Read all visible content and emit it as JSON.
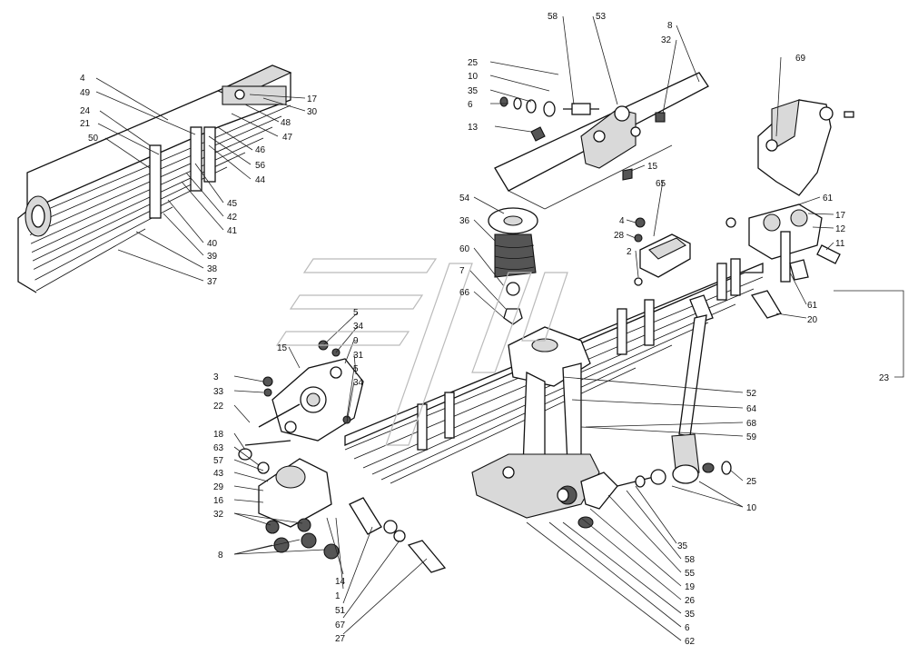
{
  "diagram": {
    "labels": {
      "l4a": "4",
      "l49": "49",
      "l24": "24",
      "l21": "21",
      "l50": "50",
      "l17a": "17",
      "l30": "30",
      "l48": "48",
      "l47": "47",
      "l46": "46",
      "l56": "56",
      "l44": "44",
      "l45": "45",
      "l42": "42",
      "l41": "41",
      "l40": "40",
      "l39": "39",
      "l38": "38",
      "l37": "37",
      "l58a": "58",
      "l53": "53",
      "l8a": "8",
      "l32a": "32",
      "l25a": "25",
      "l10a": "10",
      "l35a": "35",
      "l6a": "6",
      "l13": "13",
      "l15a": "15",
      "l65": "65",
      "l69": "69",
      "l54": "54",
      "l36": "36",
      "l60": "60",
      "l7": "7",
      "l66": "66",
      "l4b": "4",
      "l28": "28",
      "l2": "2",
      "l61a": "61",
      "l17b": "17",
      "l12": "12",
      "l11": "11",
      "l61b": "61",
      "l20": "20",
      "l23": "23",
      "l5a": "5",
      "l34a": "34",
      "l15b": "15",
      "l9": "9",
      "l31": "31",
      "l5b": "5",
      "l34b": "34",
      "l3": "3",
      "l33": "33",
      "l22": "22",
      "l18": "18",
      "l63": "63",
      "l57": "57",
      "l43": "43",
      "l29": "29",
      "l16": "16",
      "l32b": "32",
      "l8b": "8",
      "l14": "14",
      "l1": "1",
      "l51": "51",
      "l67": "67",
      "l27": "27",
      "l52": "52",
      "l64": "64",
      "l68": "68",
      "l59": "59",
      "l25b": "25",
      "l10b": "10",
      "l35b": "35",
      "l58b": "58",
      "l55": "55",
      "l19": "19",
      "l26": "26",
      "l35c": "35",
      "l6b": "6",
      "l62": "62"
    }
  }
}
